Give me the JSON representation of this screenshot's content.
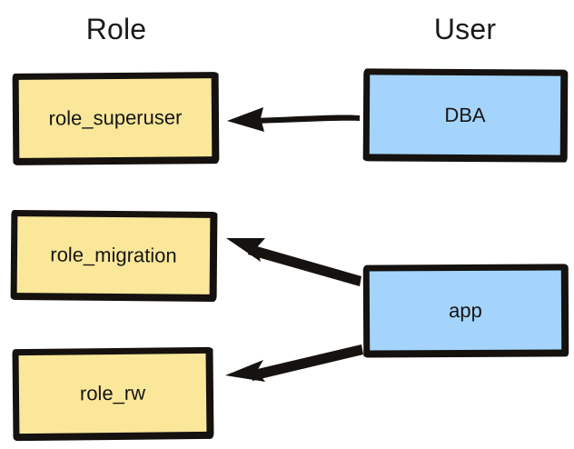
{
  "diagram": {
    "title_columns": {
      "role": "Role",
      "user": "User"
    },
    "colors": {
      "role_fill": "#fbe79a",
      "user_fill": "#a4d4fb",
      "stroke": "#15120f",
      "background": "#ffffff",
      "text": "#151515"
    },
    "nodes": [
      {
        "id": "role_superuser",
        "label": "role_superuser",
        "column": "Role",
        "fill": "#fbe79a"
      },
      {
        "id": "role_migration",
        "label": "role_migration",
        "column": "Role",
        "fill": "#fbe79a"
      },
      {
        "id": "role_rw",
        "label": "role_rw",
        "column": "Role",
        "fill": "#fbe79a"
      },
      {
        "id": "dba",
        "label": "DBA",
        "column": "User",
        "fill": "#a4d4fb"
      },
      {
        "id": "app",
        "label": "app",
        "column": "User",
        "fill": "#a4d4fb"
      }
    ],
    "edges": [
      {
        "from": "dba",
        "to": "role_superuser",
        "direction": "left",
        "style": "solid-arrow"
      },
      {
        "from": "app",
        "to": "role_migration",
        "direction": "up-left",
        "style": "solid-arrow"
      },
      {
        "from": "app",
        "to": "role_rw",
        "direction": "down-left",
        "style": "solid-arrow"
      }
    ]
  }
}
